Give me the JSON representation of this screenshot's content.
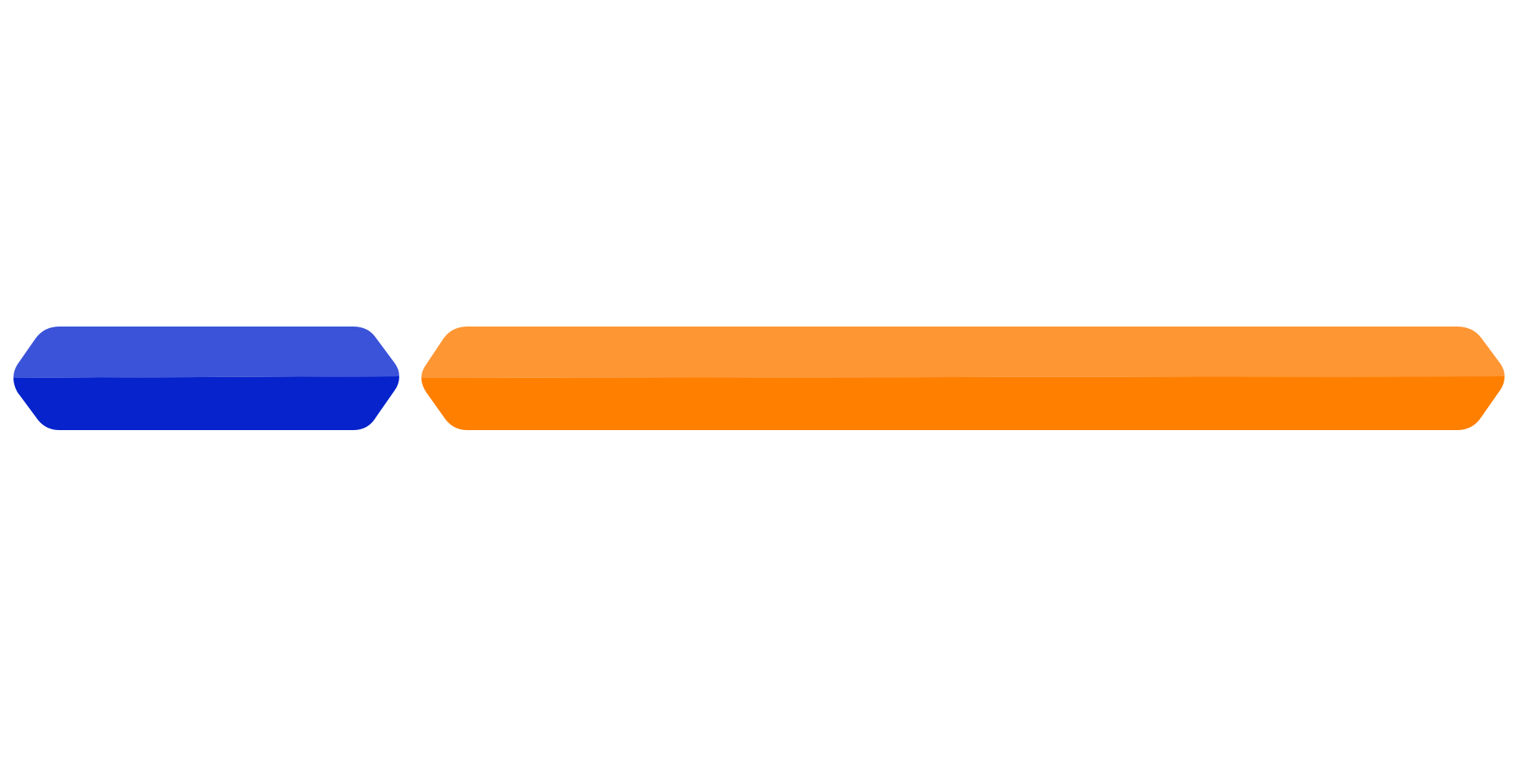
{
  "segments": [
    {
      "id": "blue",
      "fraction": 0.253,
      "colors": {
        "top": "#3b53d9",
        "bottom": "#0623cc"
      }
    },
    {
      "id": "orange",
      "fraction": 0.747,
      "colors": {
        "top": "#ff9634",
        "bottom": "#ff7f00"
      }
    }
  ],
  "background": "#ffffff"
}
